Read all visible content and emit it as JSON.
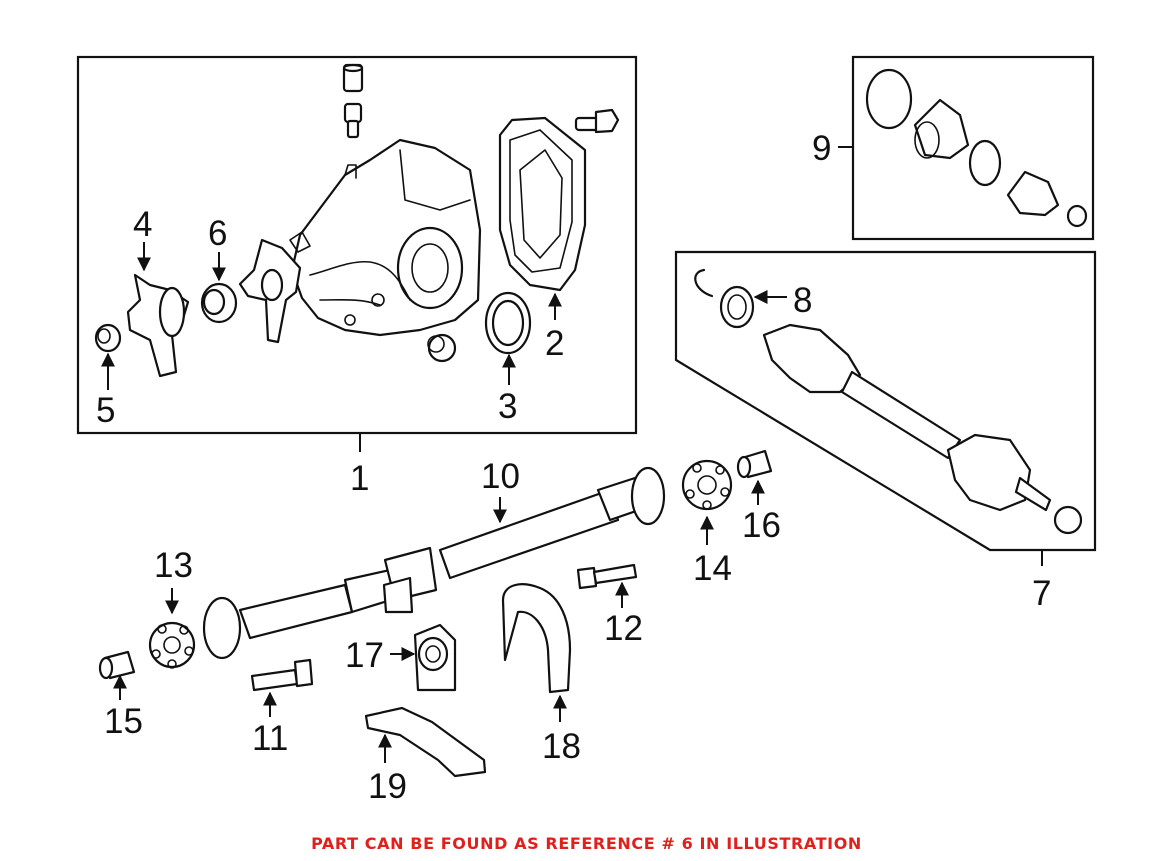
{
  "footer": {
    "note": "PART CAN BE FOUND AS REFERENCE # 6 IN ILLUSTRATION",
    "color": "#e0201b"
  },
  "callouts": {
    "c1": "1",
    "c2": "2",
    "c3": "3",
    "c4": "4",
    "c5": "5",
    "c6": "6",
    "c7": "7",
    "c8": "8",
    "c9": "9",
    "c10": "10",
    "c11": "11",
    "c12": "12",
    "c13": "13",
    "c14": "14",
    "c15": "15",
    "c16": "16",
    "c17": "17",
    "c18": "18",
    "c19": "19"
  }
}
